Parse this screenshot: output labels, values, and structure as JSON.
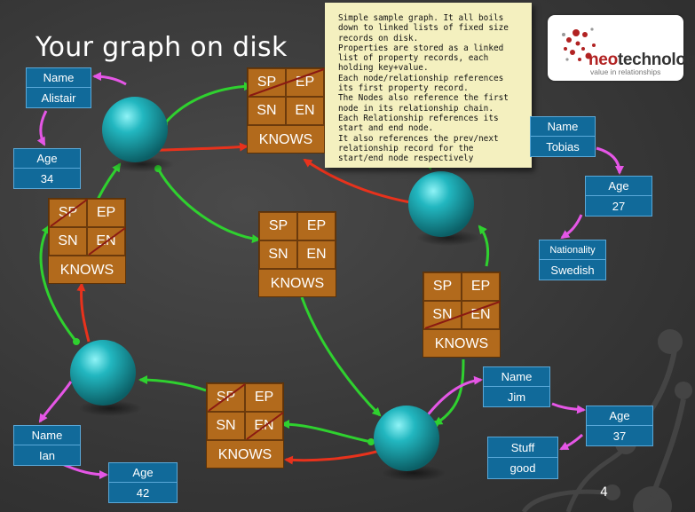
{
  "title": "Your graph on disk",
  "page_number": "4",
  "note": [
    "Simple sample graph. It all boils down to linked lists of fixed size records on disk.",
    "Properties are stored as a linked list of property records, each holding key+value.",
    "Each node/relationship references its first property record.",
    "The Nodes also reference the first node in its relationship chain.",
    "Each Relationship references its start and end node.",
    "It also references the prev/next relationship record for the start/end node respectively"
  ],
  "logo": {
    "brand_accent": "neo",
    "brand_rest": "technology",
    "tagline": "value in relationships"
  },
  "colors": {
    "node": "#1fb0b8",
    "next_arrow": "#2fd12f",
    "prev_arrow": "#e8321c",
    "property_arrow": "#e556e6",
    "record": "#b26a1c",
    "property_box": "#116a9a"
  },
  "properties": [
    {
      "key": "Name",
      "value": "Alistair"
    },
    {
      "key": "Age",
      "value": "34"
    },
    {
      "key": "Name",
      "value": "Tobias"
    },
    {
      "key": "Age",
      "value": "27"
    },
    {
      "key": "Nationality",
      "value": "Swedish"
    },
    {
      "key": "Name",
      "value": "Jim"
    },
    {
      "key": "Age",
      "value": "37"
    },
    {
      "key": "Stuff",
      "value": "good"
    },
    {
      "key": "Name",
      "value": "Ian"
    },
    {
      "key": "Age",
      "value": "42"
    }
  ],
  "record_labels": {
    "sp": "SP",
    "ep": "EP",
    "sn": "SN",
    "en": "EN",
    "type": "KNOWS"
  }
}
